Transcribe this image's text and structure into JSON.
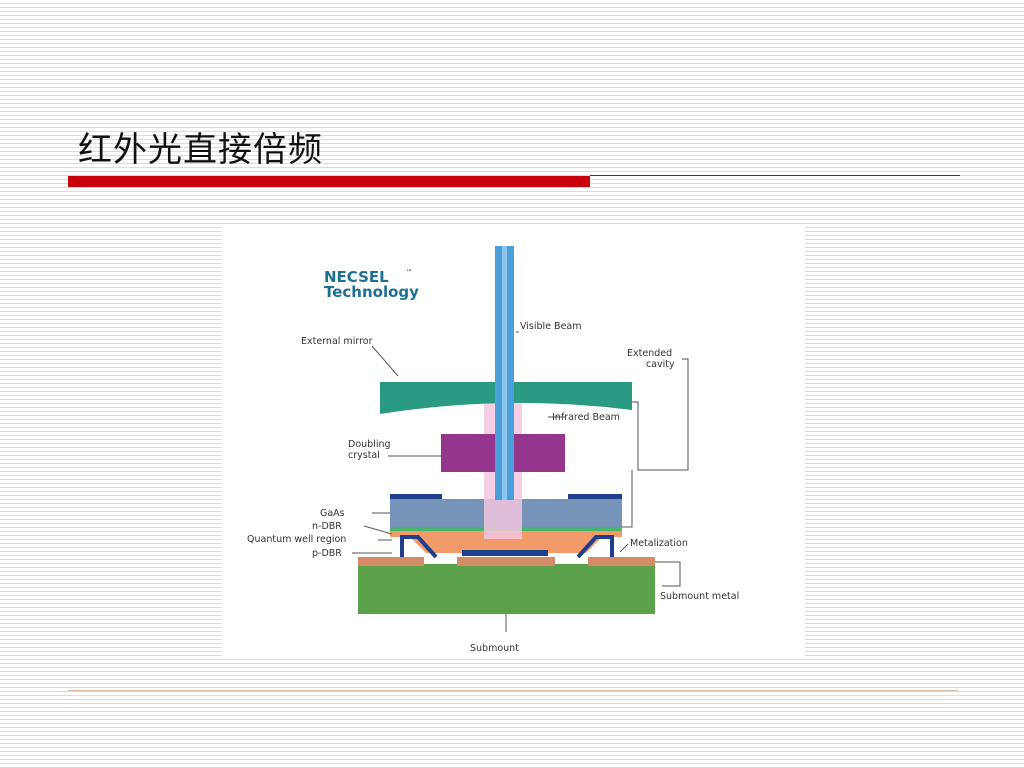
{
  "slide": {
    "title": "红外光直接倍频"
  },
  "diagram": {
    "brand_line1": "NECSEL",
    "brand_tm": "™",
    "brand_line2": "Technology",
    "labels": {
      "visible_beam": "Visible Beam",
      "external_mirror": "External mirror",
      "extended_cavity_1": "Extended",
      "extended_cavity_2": "cavity",
      "infrared_beam": "Infrared Beam",
      "doubling_crystal_1": "Doubling",
      "doubling_crystal_2": "crystal",
      "gaas": "GaAs",
      "n_dbr": "n-DBR",
      "quantum_well": "Quantum well region",
      "p_dbr": "p-DBR",
      "metalization": "Metalization",
      "submount_metal": "Submount metal",
      "submount": "Submount"
    },
    "colors": {
      "visible_beam": "#4a9fd8",
      "infrared_beam": "#f2c6df",
      "mirror": "#2a9a82",
      "crystal": "#94368e",
      "gaas": "#7594b8",
      "n_dbr": "#48b46e",
      "quantum_well": "#f39a6a",
      "metalization": "#1f3f8c",
      "submount_metal": "#d48a64",
      "submount": "#5aa14a",
      "brand": "#1d6f96"
    }
  }
}
